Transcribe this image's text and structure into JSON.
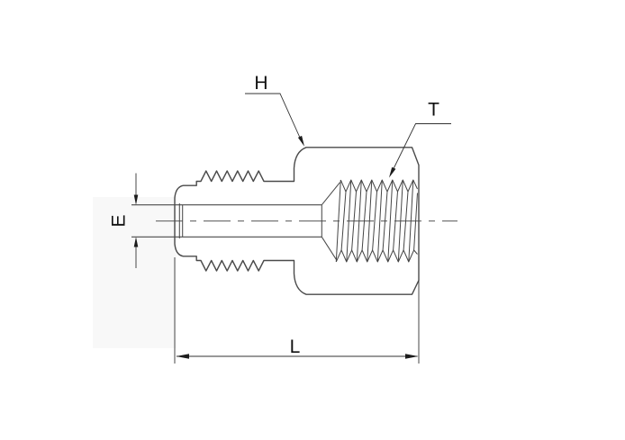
{
  "diagram": {
    "type": "technical-line-drawing",
    "subject": "female-adapter-fitting-section-view",
    "labels": {
      "hex": "H",
      "thread": "T",
      "end_diameter": "E",
      "length": "L"
    },
    "colors": {
      "line": "#4a4a4a",
      "text": "#101010",
      "background": "#ffffff"
    }
  }
}
